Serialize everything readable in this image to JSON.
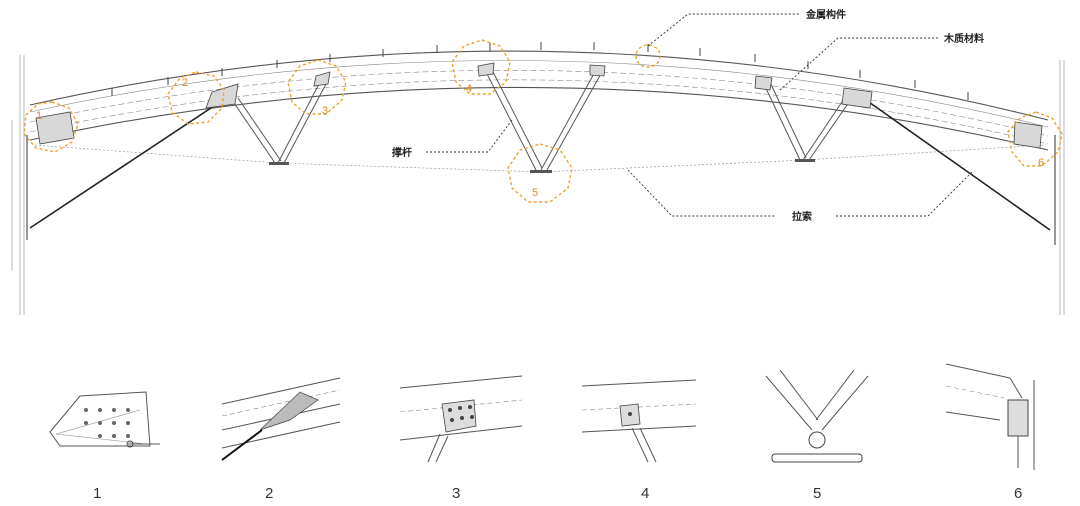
{
  "labels": {
    "metal": "金属构件",
    "wood": "木质材料",
    "strut": "撑杆",
    "cable": "拉索"
  },
  "callouts": [
    "1",
    "2",
    "3",
    "4",
    "5",
    "6"
  ],
  "details": [
    "1",
    "2",
    "3",
    "4",
    "5",
    "6"
  ],
  "colors": {
    "callout": "#f0a02a",
    "line": "#555555",
    "text": "#222222"
  },
  "icons": [
    "dashed-octagon-callout",
    "bolt-plate-joint",
    "strut-node",
    "cable-anchor"
  ]
}
